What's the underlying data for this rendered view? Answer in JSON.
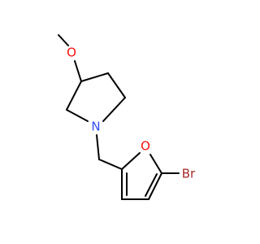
{
  "molecule": {
    "colors": {
      "bond": "#000000",
      "carbon": "#000000",
      "oxygen": "#ff0d0d",
      "nitrogen": "#3050f8",
      "bromine": "#a62929"
    },
    "atoms": {
      "methoxy_o": "O",
      "ring_n": "N",
      "furan_o": "O",
      "bromine": "Br"
    }
  }
}
